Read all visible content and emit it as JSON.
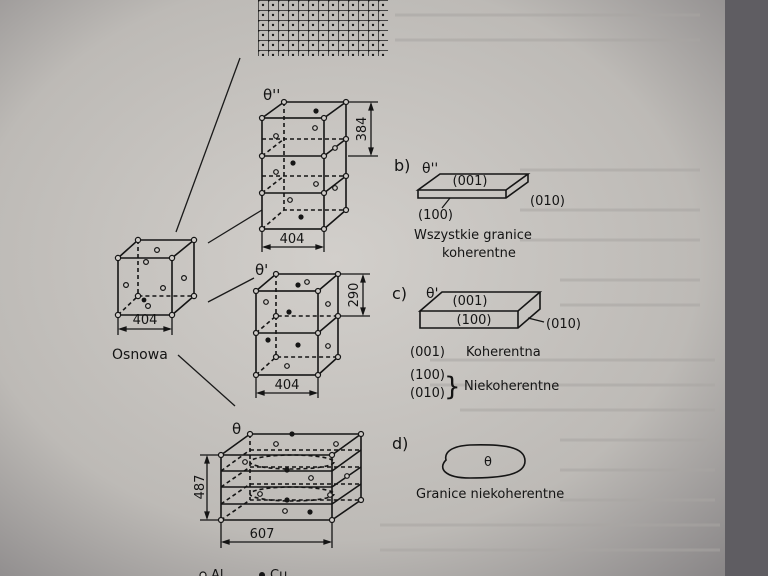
{
  "phases": {
    "theta_double_prime": "θ''",
    "theta_prime": "θ'",
    "theta": "θ"
  },
  "matrix": {
    "dimension": "404",
    "label": "Osnowa"
  },
  "theta_double_prime_cell": {
    "height": "384",
    "width": "404"
  },
  "theta_prime_cell": {
    "height": "290",
    "width": "404"
  },
  "theta_cell": {
    "height": "487",
    "width": "607"
  },
  "panel_b": {
    "letter": "b)",
    "phase": "θ''",
    "face_top": "(001)",
    "face_side": "(010)",
    "face_front": "(100)",
    "caption_line1": "Wszystkie granice",
    "caption_line2": "koherentne"
  },
  "panel_c": {
    "letter": "c)",
    "phase": "θ'",
    "face_top": "(001)",
    "face_front": "(100)",
    "face_side": "(010)",
    "legend_001": "(001)",
    "legend_001_text": "Koherentna",
    "legend_100": "(100)",
    "legend_010": "(010)",
    "legend_brace": "}",
    "legend_other_text": "Niekoherentne"
  },
  "panel_d": {
    "letter": "d)",
    "phase": "θ",
    "caption": "Granice niekoherentne"
  },
  "bottom_legend": {
    "al": "Al",
    "cu": "Cu"
  },
  "colors": {
    "paper": "#cbc8c4",
    "paper_dark": "#8e8b8a",
    "ink": "#141414"
  }
}
